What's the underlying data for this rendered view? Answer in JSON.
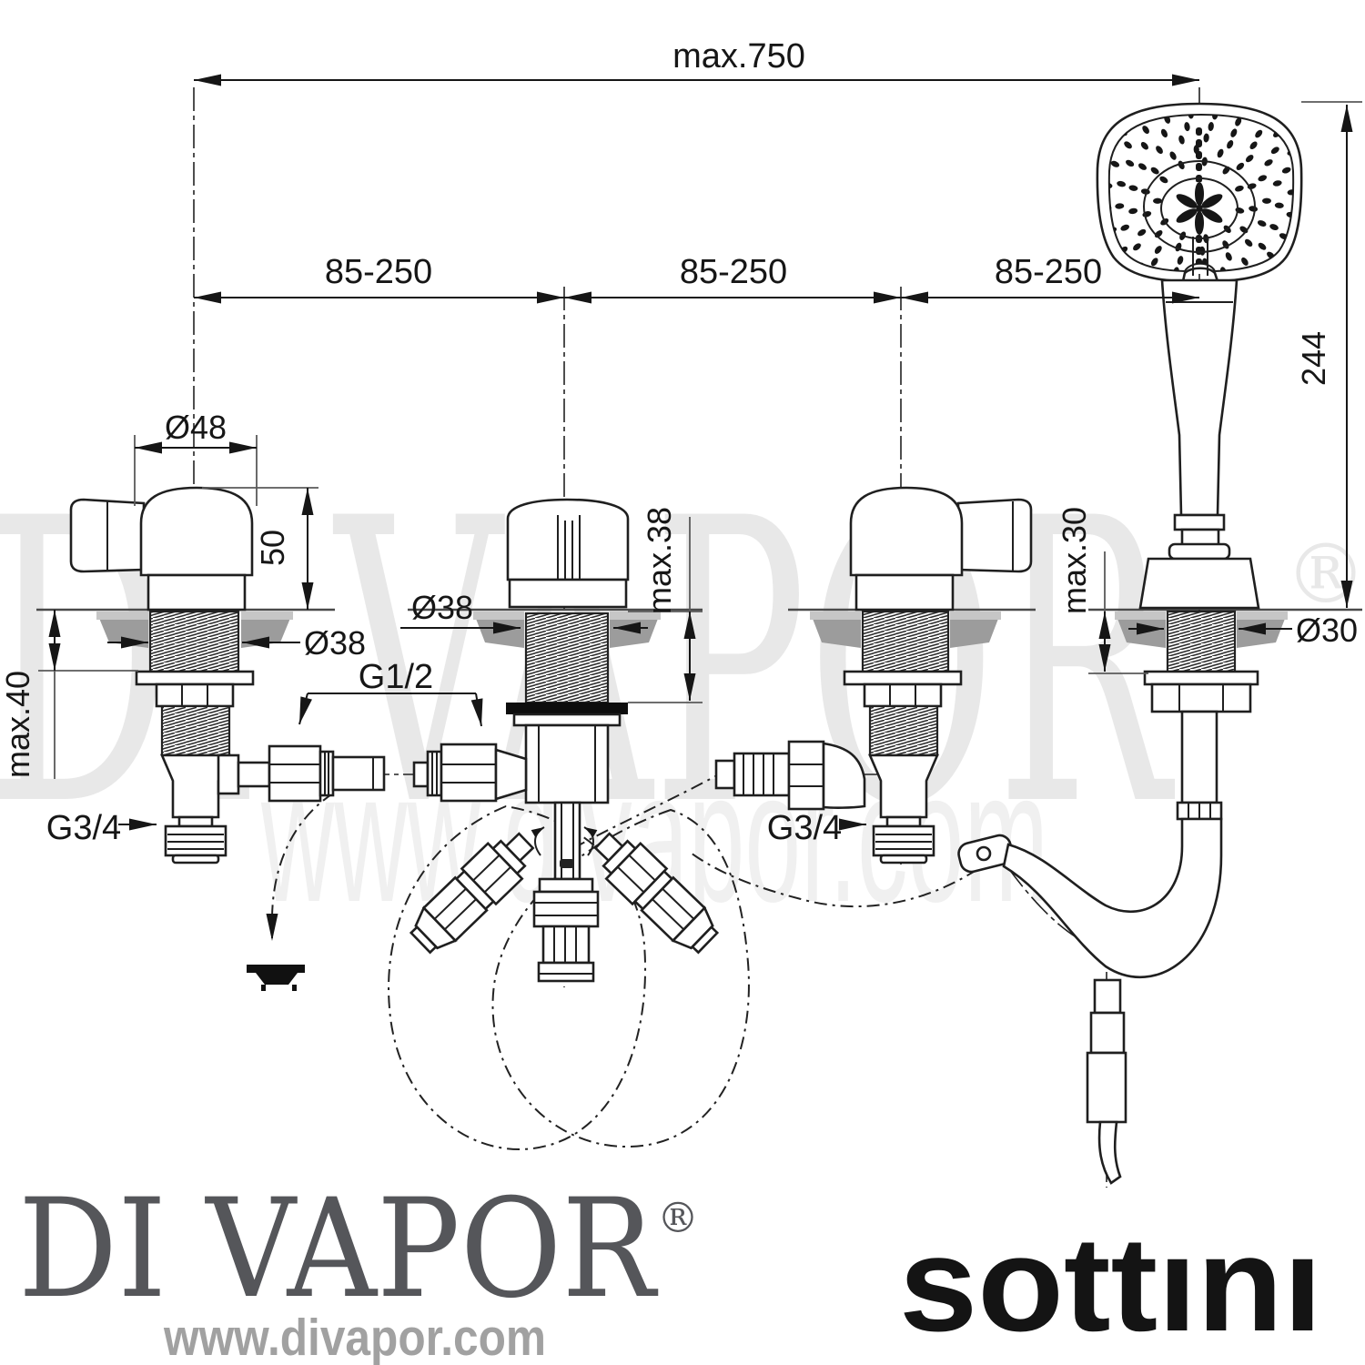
{
  "dims": {
    "overall_width_max": "max.750",
    "hole_spacing_1": "85-250",
    "hole_spacing_2": "85-250",
    "hole_spacing_3": "85-250",
    "handle_diameter": "Ø48",
    "handle_height": "50",
    "valve_hole_diameter": "Ø38",
    "valve_deck_thickness_max": "max.40",
    "inlet_connection": "G1/2",
    "valve_outlet_left": "G3/4",
    "valve_outlet_right": "G3/4",
    "spout_hole_diameter": "Ø38",
    "spout_deck_thickness_max": "max.38",
    "holder_deck_thickness_max": "max.30",
    "holder_hole_diameter": "Ø30",
    "handset_length": "244"
  },
  "watermark": {
    "brand": "DI VAPOR",
    "registered": "®",
    "url": "www.divapor.com"
  },
  "footer": {
    "brand": "DI VAPOR",
    "registered": "®",
    "url": "www.divapor.com",
    "manufacturer_logo": "sottını"
  },
  "colors": {
    "line": "#1f1f1f",
    "dimension_text": "#161616",
    "deck_gray": "#9c9c9c",
    "deck_gray_light": "#c6c6c6",
    "gasket_black": "#0d0d0d",
    "footer_brand_gray": "#55565a",
    "footer_url_gray": "#a1a1a1",
    "sottini_black": "#141414"
  }
}
